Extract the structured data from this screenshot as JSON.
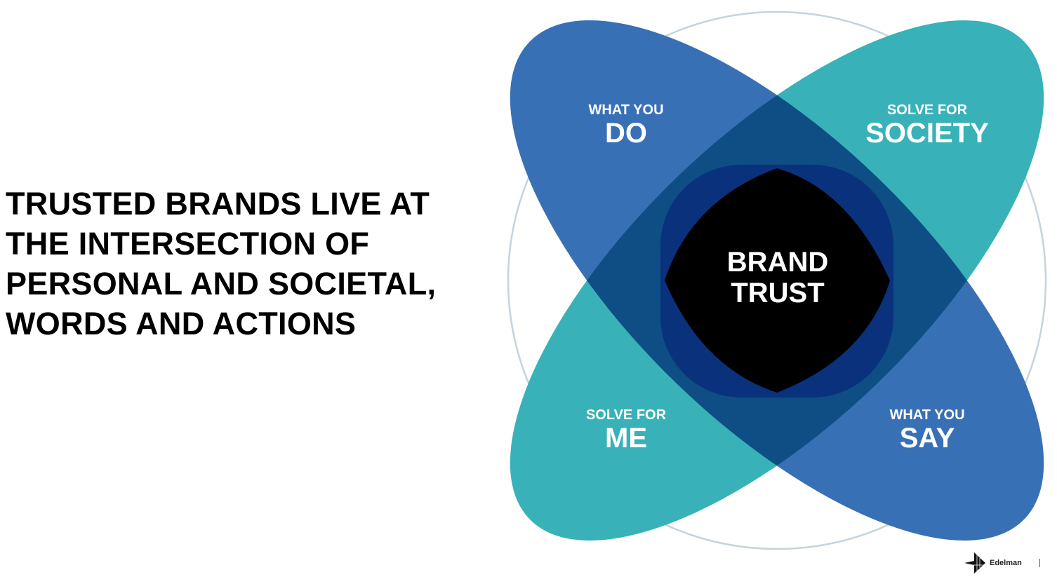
{
  "headline": {
    "lines": [
      "TRUSTED BRANDS LIVE AT",
      "THE INTERSECTION OF",
      "PERSONAL AND SOCIETAL,",
      "WORDS AND ACTIONS"
    ]
  },
  "diagram": {
    "petals": [
      {
        "small": "WHAT YOU",
        "big": "DO",
        "color": "#3870b5"
      },
      {
        "small": "SOLVE FOR",
        "big": "SOCIETY",
        "color": "#38b2b8"
      },
      {
        "small": "SOLVE FOR",
        "big": "ME",
        "color": "#38b2b8"
      },
      {
        "small": "WHAT YOU",
        "big": "SAY",
        "color": "#3870b5"
      }
    ],
    "center": {
      "line1": "BRAND",
      "line2": "TRUST",
      "color": "#000000"
    },
    "overlap_color": "#0e4e85",
    "ring_color": "#c5d3dc"
  },
  "footer": {
    "logo": "Edelman",
    "logo_icon": "edelman-logo-icon"
  }
}
